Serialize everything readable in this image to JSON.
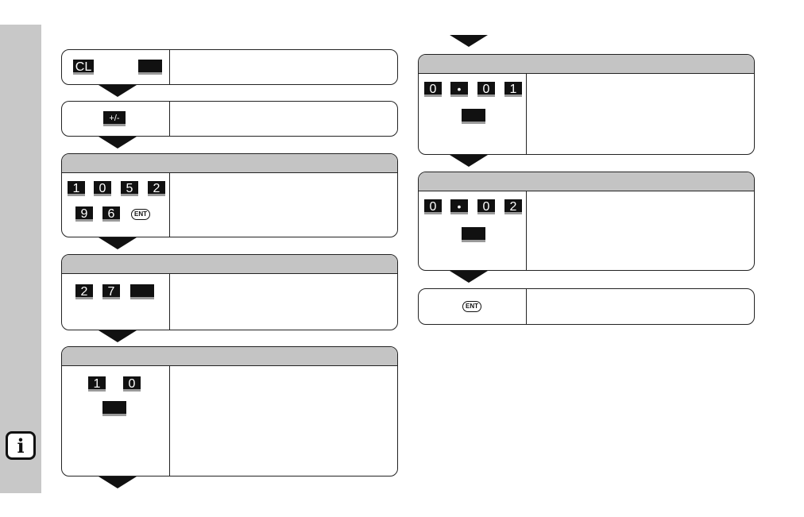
{
  "info_icon": "i",
  "left_column": [
    {
      "has_header": false,
      "keys": [
        {
          "label": "CL"
        },
        {
          "label": ""
        }
      ]
    },
    {
      "has_header": false,
      "keys": [
        {
          "label": "+/-",
          "type": "toggle-sign"
        }
      ]
    },
    {
      "has_header": true,
      "keys": [
        {
          "label": "1"
        },
        {
          "label": "0"
        },
        {
          "label": "5"
        },
        {
          "label": "2"
        },
        {
          "label": "9"
        },
        {
          "label": "6"
        },
        {
          "label": "ENT",
          "type": "ent"
        }
      ]
    },
    {
      "has_header": true,
      "keys": [
        {
          "label": "2"
        },
        {
          "label": "7"
        },
        {
          "label": ""
        }
      ]
    },
    {
      "has_header": true,
      "keys": [
        {
          "label": "1"
        },
        {
          "label": "0"
        },
        {
          "label": ""
        }
      ]
    }
  ],
  "right_column": [
    {
      "has_header": true,
      "keys": [
        {
          "label": "0"
        },
        {
          "label": "•"
        },
        {
          "label": "0"
        },
        {
          "label": "1"
        },
        {
          "label": ""
        }
      ]
    },
    {
      "has_header": true,
      "keys": [
        {
          "label": "0"
        },
        {
          "label": "•"
        },
        {
          "label": "0"
        },
        {
          "label": "2"
        },
        {
          "label": ""
        }
      ]
    },
    {
      "has_header": false,
      "keys": [
        {
          "label": "ENT",
          "type": "ent"
        }
      ]
    }
  ],
  "icons": {
    "info": "info-icon",
    "step_arrow": "down-triangle-icon"
  }
}
